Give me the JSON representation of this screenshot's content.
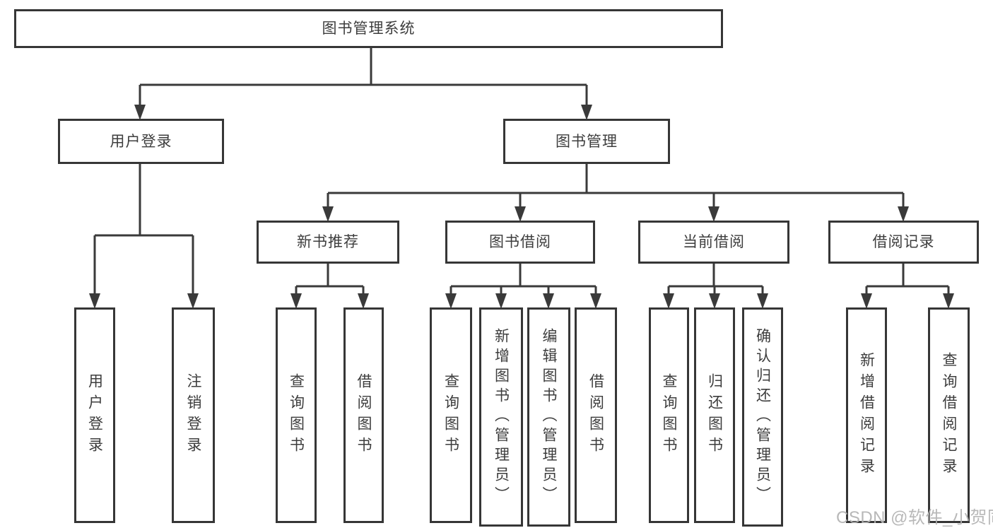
{
  "page": {
    "background": "#ffffff",
    "watermark": "CSDN @软件_小贺同学"
  },
  "style": {
    "line_color": "#3a3a3a",
    "box_border_color": "#363636",
    "text_color": "#3d3d3d",
    "watermark_color": "#b2b2b2"
  },
  "tree": {
    "label": "图书管理系统",
    "children": [
      {
        "label": "用户登录",
        "children": [
          {
            "label": "用户登录"
          },
          {
            "label": "注销登录"
          }
        ]
      },
      {
        "label": "图书管理",
        "children": [
          {
            "label": "新书推荐",
            "children": [
              {
                "label": "查询图书"
              },
              {
                "label": "借阅图书"
              }
            ]
          },
          {
            "label": "图书借阅",
            "children": [
              {
                "label": "查询图书"
              },
              {
                "label": "新增图书（管理员）"
              },
              {
                "label": "编辑图书（管理员）"
              },
              {
                "label": "借阅图书"
              }
            ]
          },
          {
            "label": "当前借阅",
            "children": [
              {
                "label": "查询图书"
              },
              {
                "label": "归还图书"
              },
              {
                "label": "确认归还（管理员）"
              }
            ]
          },
          {
            "label": "借阅记录",
            "children": [
              {
                "label": "新增借阅记录"
              },
              {
                "label": "查询借阅记录"
              }
            ]
          }
        ]
      }
    ]
  }
}
